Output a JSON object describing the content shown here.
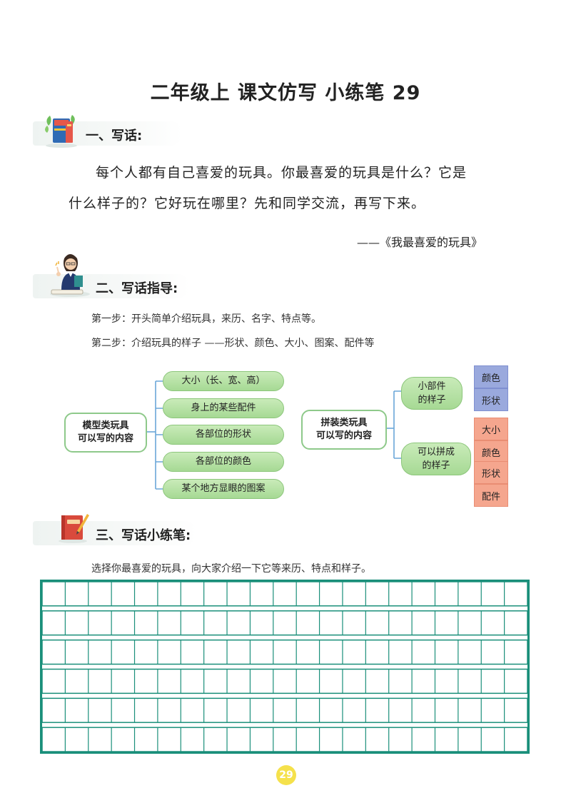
{
  "title": "二年级上  课文仿写  小练笔 29",
  "section1": {
    "heading": "一、写话:",
    "paragraph_line1": "每个人都有自己喜爱的玩具。你最喜爱的玩具是什么？它是",
    "paragraph_line2": "什么样子的？它好玩在哪里？先和同学交流，再写下来。",
    "source": "——《我最喜爱的玩具》"
  },
  "section2": {
    "heading": "二、写话指导:",
    "step1": "第一步：开头简单介绍玩具，来历、名字、特点等。",
    "step2": "第二步：介绍玩具的样子 ——形状、颜色、大小、图案、配件等"
  },
  "diagram_left": {
    "root_line1": "模型类玩具",
    "root_line2": "可以写的内容",
    "items": [
      "大小（长、宽、高）",
      "身上的某些配件",
      "各部位的形状",
      "各部位的颜色",
      "某个地方显眼的图案"
    ]
  },
  "diagram_right": {
    "root_line1": "拼装类玩具",
    "root_line2": "可以写的内容",
    "branch1_line1": "小部件",
    "branch1_line2": "的样子",
    "branch1_items": [
      "颜色",
      "形状"
    ],
    "branch2_line1": "可以拼成",
    "branch2_line2": "的样子",
    "branch2_items": [
      "大小",
      "颜色",
      "形状",
      "配件"
    ]
  },
  "section3": {
    "heading": "三、写话小练笔:",
    "instruction": "选择你最喜爱的玩具，向大家介绍一下它等来历、特点和样子。"
  },
  "grid": {
    "rows": 6,
    "cols": 21,
    "color": "#1a8f7a"
  },
  "page_number": "29",
  "colors": {
    "green_pill": "#a6d994",
    "blue_box": "#9aa9dd",
    "orange_box": "#f5a68e",
    "grid": "#1a8f7a"
  }
}
